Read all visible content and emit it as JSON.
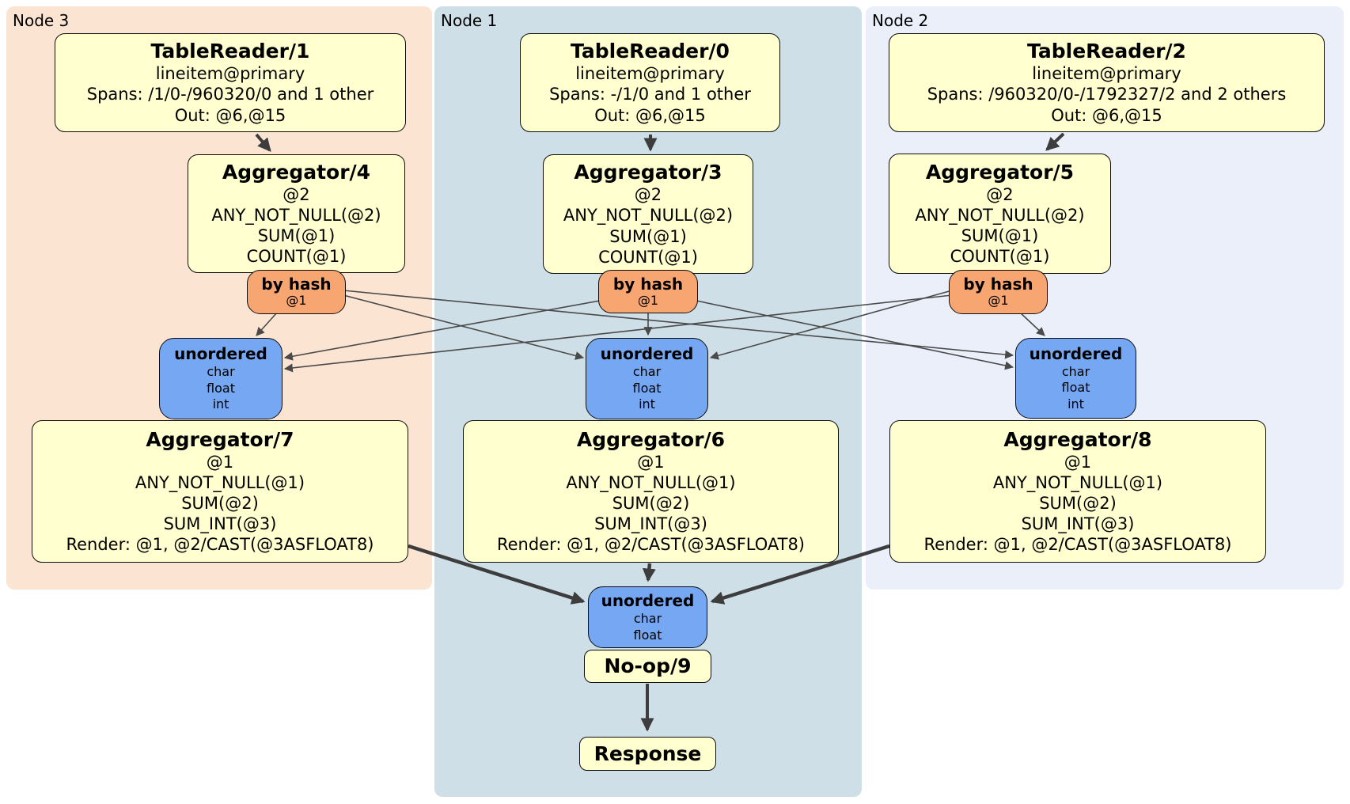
{
  "diagram": {
    "groups": [
      {
        "label": "Node 3",
        "color": "#fce4d3"
      },
      {
        "label": "Node 1",
        "color": "#cfdfe8"
      },
      {
        "label": "Node 2",
        "color": "#eaeffa"
      }
    ],
    "colors": {
      "processor_fill": "#ffffcf",
      "router_fill": "#f7a571",
      "sync_fill": "#76a7f2",
      "box_border": "#0d0d0d",
      "edge_thin": "#4a4a4a",
      "edge_thick": "#3d3d3d"
    },
    "processors": {
      "tr1": {
        "title": "TableReader/1",
        "lines": [
          "lineitem@primary",
          "Spans: /1/0-/960320/0 and 1 other",
          "Out: @6,@15"
        ]
      },
      "tr0": {
        "title": "TableReader/0",
        "lines": [
          "lineitem@primary",
          "Spans: -/1/0 and 1 other",
          "Out: @6,@15"
        ]
      },
      "tr2": {
        "title": "TableReader/2",
        "lines": [
          "lineitem@primary",
          "Spans: /960320/0-/1792327/2 and 2 others",
          "Out: @6,@15"
        ]
      },
      "agg4": {
        "title": "Aggregator/4",
        "lines": [
          "@2",
          "ANY_NOT_NULL(@2)",
          "SUM(@1)",
          "COUNT(@1)"
        ]
      },
      "agg3": {
        "title": "Aggregator/3",
        "lines": [
          "@2",
          "ANY_NOT_NULL(@2)",
          "SUM(@1)",
          "COUNT(@1)"
        ]
      },
      "agg5": {
        "title": "Aggregator/5",
        "lines": [
          "@2",
          "ANY_NOT_NULL(@2)",
          "SUM(@1)",
          "COUNT(@1)"
        ]
      },
      "agg7": {
        "title": "Aggregator/7",
        "lines": [
          "@1",
          "ANY_NOT_NULL(@1)",
          "SUM(@2)",
          "SUM_INT(@3)",
          "Render: @1, @2/CAST(@3ASFLOAT8)"
        ]
      },
      "agg6": {
        "title": "Aggregator/6",
        "lines": [
          "@1",
          "ANY_NOT_NULL(@1)",
          "SUM(@2)",
          "SUM_INT(@3)",
          "Render: @1, @2/CAST(@3ASFLOAT8)"
        ]
      },
      "agg8": {
        "title": "Aggregator/8",
        "lines": [
          "@1",
          "ANY_NOT_NULL(@1)",
          "SUM(@2)",
          "SUM_INT(@3)",
          "Render: @1, @2/CAST(@3ASFLOAT8)"
        ]
      },
      "noop": {
        "title": "No-op/9",
        "lines": []
      },
      "response": {
        "title": "Response",
        "lines": []
      }
    },
    "routers": {
      "hash4": {
        "title": "by hash",
        "detail": "@1"
      },
      "hash3": {
        "title": "by hash",
        "detail": "@1"
      },
      "hash5": {
        "title": "by hash",
        "detail": "@1"
      }
    },
    "syncs": {
      "sync7": {
        "title": "unordered",
        "items": [
          "char",
          "float",
          "int"
        ]
      },
      "sync6": {
        "title": "unordered",
        "items": [
          "char",
          "float",
          "int"
        ]
      },
      "sync8": {
        "title": "unordered",
        "items": [
          "char",
          "float",
          "int"
        ]
      },
      "syncFinal": {
        "title": "unordered",
        "items": [
          "char",
          "float"
        ]
      }
    }
  }
}
